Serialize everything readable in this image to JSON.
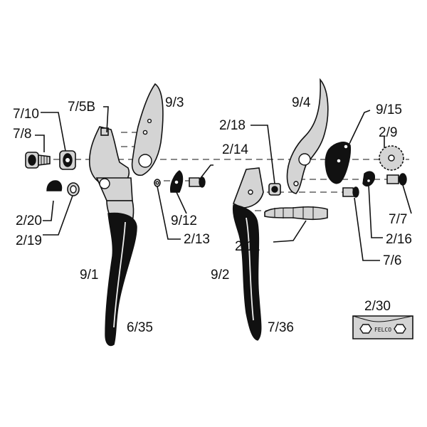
{
  "diagram": {
    "labels": {
      "p7_10": "7/10",
      "p7_8": "7/8",
      "p7_5b": "7/5B",
      "p9_3": "9/3",
      "p2_14": "2/14",
      "p2_18": "2/18",
      "p9_4": "9/4",
      "p9_15": "9/15",
      "p2_9": "2/9",
      "p2_20": "2/20",
      "p2_19": "2/19",
      "p9_12": "9/12",
      "p2_13": "2/13",
      "p2_11": "2/11",
      "p2_16": "2/16",
      "p7_7": "7/7",
      "p7_6": "7/6",
      "p9_1": "9/1",
      "p9_2": "9/2",
      "p6_35": "6/35",
      "p7_36": "7/36",
      "p2_30": "2/30"
    },
    "tool_brand": "FELCO"
  }
}
